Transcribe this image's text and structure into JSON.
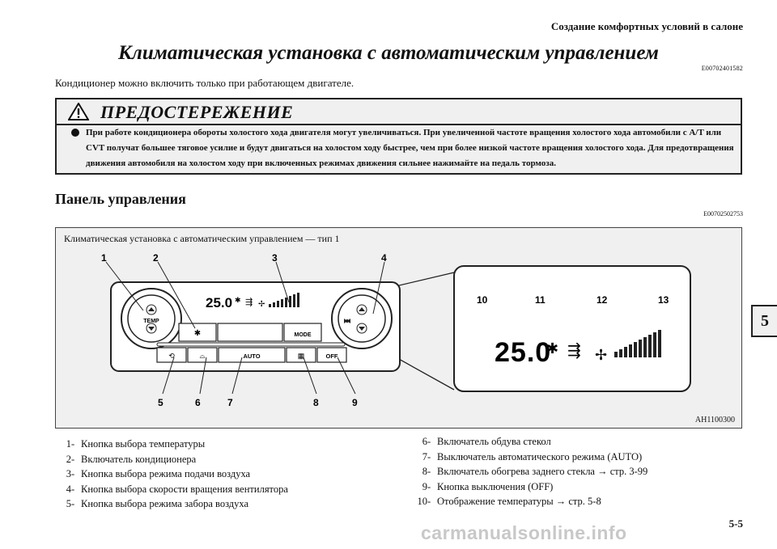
{
  "header": "Создание комфортных условий в салоне",
  "title": "Климатическая установка с автоматическим управлением",
  "title_code": "E00702401582",
  "intro": "Кондиционер можно включить только при работающем двигателе.",
  "warning": {
    "title": "ПРЕДОСТЕРЕЖЕНИЕ",
    "text": "При работе кондиционера обороты холостого хода двигателя могут увеличиваться. При увеличенной частоте вращения холостого хода автомобили с A/T или CVT получат большее тяговое усилие и будут двигаться на холостом ходу быстрее, чем при более низкой частоте вращения холостого хода. Для предотвращения движения автомобиля на холостом ходу при включенных режимах движения сильнее нажимайте на педаль тормоза."
  },
  "section": {
    "title": "Панель управления",
    "code": "E00702502753"
  },
  "figure": {
    "caption": "Климатическая установка с автоматическим управлением — тип 1",
    "code": "AH1100300",
    "callouts": [
      "1",
      "2",
      "3",
      "4",
      "5",
      "6",
      "7",
      "8",
      "9",
      "10",
      "11",
      "12",
      "13"
    ],
    "display_temp": "25.0",
    "buttons": {
      "temp": "TEMP",
      "mode": "MODE",
      "auto": "AUTO",
      "off": "OFF"
    }
  },
  "legend_left": [
    {
      "num": "1",
      "text": "Кнопка выбора температуры"
    },
    {
      "num": "2",
      "text": "Включатель кондиционера"
    },
    {
      "num": "3",
      "text": "Кнопка выбора режима подачи воздуха"
    },
    {
      "num": "4",
      "text": "Кнопка выбора скорости вращения вентилятора"
    },
    {
      "num": "5",
      "text": "Кнопка выбора режима забора воздуха"
    }
  ],
  "legend_right": [
    {
      "num": "6",
      "text": "Включатель обдува стекол"
    },
    {
      "num": "7",
      "text": "Выключатель автоматического режима (AUTO)"
    },
    {
      "num": "8",
      "text": "Включатель обогрева заднего стекла → стр. 3-99"
    },
    {
      "num": "9",
      "text": "Кнопка выключения (OFF)"
    },
    {
      "num": "10",
      "text": "Отображение температуры → стр. 5-8"
    }
  ],
  "chapter_tab": "5",
  "page_number": "5-5",
  "watermark": "carmanualsonline.info",
  "icons": [
    "warning-triangle-icon",
    "ac-snowflake-icon",
    "airflow-mode-icon",
    "fan-icon",
    "rear-defrost-icon",
    "windshield-defrost-icon",
    "recirculation-icon"
  ]
}
